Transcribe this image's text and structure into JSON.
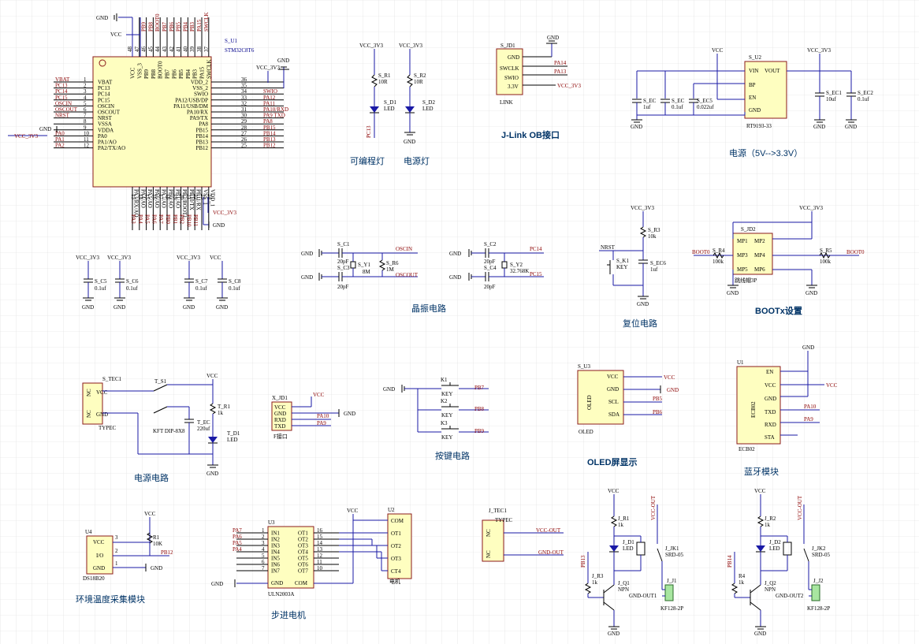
{
  "grid": true,
  "colors": {
    "wire": "#1a1aa6",
    "body_fill": "#fefec0",
    "body_stroke": "#8b1a1a",
    "net": "#8b0000",
    "label": "#003366"
  },
  "u1": {
    "ref": "S_U1",
    "part": "STM32C8T6",
    "left_pins": [
      [
        "VBAT",
        "1"
      ],
      [
        "PC13",
        "2"
      ],
      [
        "PC14",
        "3"
      ],
      [
        "PC15",
        "4"
      ],
      [
        "OSCIN",
        "5"
      ],
      [
        "OSCOUT",
        "6"
      ],
      [
        "NRST",
        "7"
      ],
      [
        "VSSA",
        "8"
      ],
      [
        "VDDA",
        "9"
      ],
      [
        "PA0",
        "10"
      ],
      [
        "PA1/AO",
        "11"
      ],
      [
        "PA2/TX/AO",
        "12"
      ]
    ],
    "left_nets": [
      "VBAT",
      "PC13",
      "PC14",
      "PC15",
      "OSCIN",
      "OSCOUT",
      "NRST",
      "",
      "",
      "PA0",
      "PA1",
      "PA2"
    ],
    "right_pins": [
      [
        "VDD_2",
        "36"
      ],
      [
        "VSS_2",
        "35"
      ],
      [
        "SWIO",
        "34"
      ],
      [
        "PA12/USB/DP",
        "33"
      ],
      [
        "PA11/USB/DM",
        "32"
      ],
      [
        "PA10/RX",
        "31"
      ],
      [
        "PA9/TX",
        "30"
      ],
      [
        "PA8",
        "29"
      ],
      [
        "PB15",
        "28"
      ],
      [
        "PB14",
        "27"
      ],
      [
        "PB13",
        "26"
      ],
      [
        "PB12",
        "25"
      ]
    ],
    "right_nets": [
      "",
      "",
      "SWIO",
      "PA12",
      "PA11",
      "PA10/RXD",
      "PA9 TXD",
      "PA8",
      "PB15",
      "PB14",
      "PB13",
      "PB12"
    ],
    "top_pins": [
      "VCC",
      "VSS_3",
      "PB9",
      "PB8",
      "BOOT0",
      "PB7",
      "PB6",
      "PB5",
      "PB4",
      "PB3",
      "PA15",
      "SWCLK"
    ],
    "top_nums": [
      "48",
      "47",
      "46",
      "45",
      "44",
      "43",
      "42",
      "41",
      "40",
      "39",
      "38",
      "37"
    ],
    "top_nets": [
      "",
      "",
      "PB9",
      "PB8",
      "BOOT0",
      "PB7",
      "PB6",
      "PB5",
      "PB4",
      "PB3",
      "PA15",
      "SWCLK"
    ],
    "bottom_pins": [
      "PA3/RX/AO",
      "PA4/AO",
      "PA5/AO",
      "PA6/AO",
      "PA7/AO",
      "PB0/AO",
      "PB1/AO",
      "PB2/BOOT1",
      "PB10/TX",
      "PB11/RX",
      "VSS_1",
      "VDD_1"
    ],
    "bottom_nums": [
      "13",
      "14",
      "15",
      "16",
      "17",
      "18",
      "19",
      "20",
      "21",
      "22",
      "23",
      "24"
    ],
    "bottom_nets": [
      "PA3",
      "PA4",
      "PA5",
      "PA6",
      "PA7",
      "PB0",
      "PB1",
      "PB2",
      "PB10",
      "PB11",
      "",
      ""
    ],
    "gnd": "GND",
    "vcc": "VCC",
    "vcc3v3": "VCC_3V3",
    "vcc_3v3": "VCC_3V3"
  },
  "leds": {
    "caption_prog": "可编程灯",
    "caption_pwr": "电源灯",
    "vcc": "VCC_3V3",
    "r1": "S_R1",
    "r1v": "10R",
    "r2": "S_R2",
    "r2v": "10R",
    "d1": "S_D1",
    "d2": "S_D2",
    "led": "LED",
    "net": "PC13",
    "gnd": "GND"
  },
  "jlink": {
    "ref": "S_JD1",
    "pins": [
      "GND",
      "SWCLK",
      "SWIO",
      "3.3V"
    ],
    "nets": [
      "",
      "PA14",
      "PA13",
      "VCC_3V3"
    ],
    "name": "LINK",
    "caption": "J-Link OB接口",
    "gnd": "GND"
  },
  "power": {
    "vcc": "VCC",
    "vcc3v3": "VCC_3V3",
    "ref": "S_U2",
    "part": "RT9193-33",
    "pins_l": [
      "VIN",
      "BP",
      "EN",
      "GND"
    ],
    "pins_r": [
      "VOUT"
    ],
    "caps": [
      [
        "S_EC",
        "1uf"
      ],
      [
        "S_EC",
        "0.1uf"
      ],
      [
        "S_EC5",
        "0.022uf"
      ],
      [
        "S_EC1",
        "10uf"
      ],
      [
        "S_EC2",
        "0.1uf"
      ]
    ],
    "caption": "电源（5V-->3.3V）",
    "gnd": "GND"
  },
  "decoup": [
    {
      "vcc": "VCC_3V3",
      "ref": "S_C5",
      "val": "0.1uf"
    },
    {
      "vcc": "VCC_3V3",
      "ref": "S_C6",
      "val": "0.1uf"
    },
    {
      "vcc": "VCC_3V3",
      "ref": "S_C7",
      "val": "0.1uf"
    },
    {
      "vcc": "VCC",
      "ref": "S_C8",
      "val": "0.1uf"
    }
  ],
  "xtal": {
    "caption": "晶振电路",
    "c1": "S_C1",
    "c3": "S_C3",
    "y1": "S_Y1",
    "y1v": "8M",
    "r6": "S_R6",
    "r6v": "1M",
    "oscin": "OSCIN",
    "oscout": "OSCOUT",
    "c2": "S_C2",
    "c4": "S_C4",
    "y2": "S_Y2",
    "y2v": "32.768K",
    "pc14": "PC14",
    "pc15": "PC15",
    "pf": "20pF",
    "gnd": "GND"
  },
  "reset": {
    "vcc": "VCC_3V3",
    "r3": "S_R3",
    "r3v": "10k",
    "nrst": "NRST",
    "k1": "S_K1",
    "key": "KEY",
    "ec6": "S_EC6",
    "ec6v": "1uf",
    "gnd": "GND",
    "caption": "复位电路"
  },
  "boot": {
    "vcc": "VCC_3V3",
    "ref": "S_JD2",
    "pins": [
      "MP1",
      "MP2",
      "MP3",
      "MP4",
      "MP5",
      "MP6"
    ],
    "part": "跳线帽3P",
    "r4": "S_R4",
    "r5": "S_R5",
    "rv": "100k",
    "boot0": "BOOT0",
    "boot1": "BOOT0",
    "gnd": "GND",
    "caption": "BOOTx设置"
  },
  "supply": {
    "tec": "S_TEC1",
    "nc": "NC",
    "vcc": "VCC",
    "gnd": "GND",
    "typec": "TYPEC",
    "sw": "T_S1",
    "swname": "KFT DIP-8X8",
    "ec": "T_EC",
    "ecv": "220uf",
    "r1": "T_R1",
    "r1v": "1k",
    "d1": "T_D1",
    "led": "LED",
    "caption": "电源电路"
  },
  "xport": {
    "ref": "X_JD1",
    "pins": [
      "VCC",
      "GND",
      "RXD",
      "TXD"
    ],
    "nets": [
      "VCC",
      "GND",
      "PA10",
      "PA9"
    ],
    "name": "F接口",
    "gnd": "GND",
    "vcc": "VCC"
  },
  "keys": {
    "gnd": "GND",
    "k": [
      "K1",
      "K2",
      "K3"
    ],
    "key": "KEY",
    "nets": [
      "PB7",
      "PB8",
      "PB9"
    ],
    "caption": "按键电路"
  },
  "oled": {
    "ref": "S_U3",
    "name": "OLED",
    "pins": [
      "VCC",
      "GND",
      "SCL",
      "SDA"
    ],
    "nets": [
      "VCC",
      "GND",
      "PB5",
      "PB6"
    ],
    "label": "OLED",
    "caption": "OLED屏显示",
    "gnd": "GND"
  },
  "bt": {
    "ref": "U1",
    "name": "ECB02",
    "pins": [
      "EN",
      "VCC",
      "GND",
      "TXD",
      "RXD",
      "STA"
    ],
    "nets": [
      "",
      "VCC",
      "",
      "PA10",
      "PA9",
      ""
    ],
    "label": "ECB02",
    "caption": "蓝牙模块",
    "gnd": "GND",
    "vcc": "VCC"
  },
  "temp": {
    "ref": "U4",
    "pins": [
      "VCC",
      "I/O",
      "GND"
    ],
    "nums": [
      "3",
      "2",
      "1"
    ],
    "label": "DS18B20",
    "vcc": "VCC",
    "r1": "R1",
    "r1v": "10K",
    "net": "PB12",
    "gnd": "GND",
    "caption": "环境温度采集模块"
  },
  "stepper": {
    "ref": "U3",
    "part": "ULN2003A",
    "in": [
      "IN1",
      "IN2",
      "IN3",
      "IN4",
      "IN5",
      "IN6",
      "IN7"
    ],
    "ot": [
      "OT1",
      "OT2",
      "OT3",
      "OT4",
      "OT5",
      "OT6",
      "OT7"
    ],
    "gnd": "GND",
    "com": "COM",
    "nets": [
      "PA7",
      "PA6",
      "PA5",
      "PA4"
    ],
    "u2": "U2",
    "u2pins": [
      "COM",
      "OT1",
      "OT2",
      "OT3",
      "CT4"
    ],
    "u2name": "电机",
    "vcc": "VCC",
    "caption": "步进电机"
  },
  "jtec": {
    "ref": "J_TEC1",
    "typec": "TYPEC",
    "nc": "NC",
    "vccout": "VCC-OUT",
    "gndout": "GND-OUT"
  },
  "relay1": {
    "vcc": "VCC",
    "r": "J_R1",
    "rv": "1k",
    "d": "J_D1",
    "led": "LED",
    "jk": "J_JK1",
    "jkname": "SRD-05",
    "vccout": "VCC-OUT",
    "net": "PB13",
    "r3": "J_R3",
    "r3v": "1k",
    "q": "J_Q1",
    "npn": "NPN",
    "gndout": "GND-OUT1",
    "j": "J_J1",
    "jname": "KF128-2P",
    "gnd": "GND"
  },
  "relay2": {
    "vcc": "VCC",
    "r": "J_R2",
    "rv": "1k",
    "d": "J_D2",
    "led": "LED",
    "jk": "J_JK2",
    "jkname": "SRD-05",
    "vccout": "VCC-OUT",
    "net": "PB14",
    "r3": "R4",
    "r3v": "1k",
    "q": "J_Q2",
    "npn": "NPN",
    "gndout": "GND-OUT2",
    "j": "J_J2",
    "jname": "KF128-2P",
    "gnd": "GND"
  }
}
